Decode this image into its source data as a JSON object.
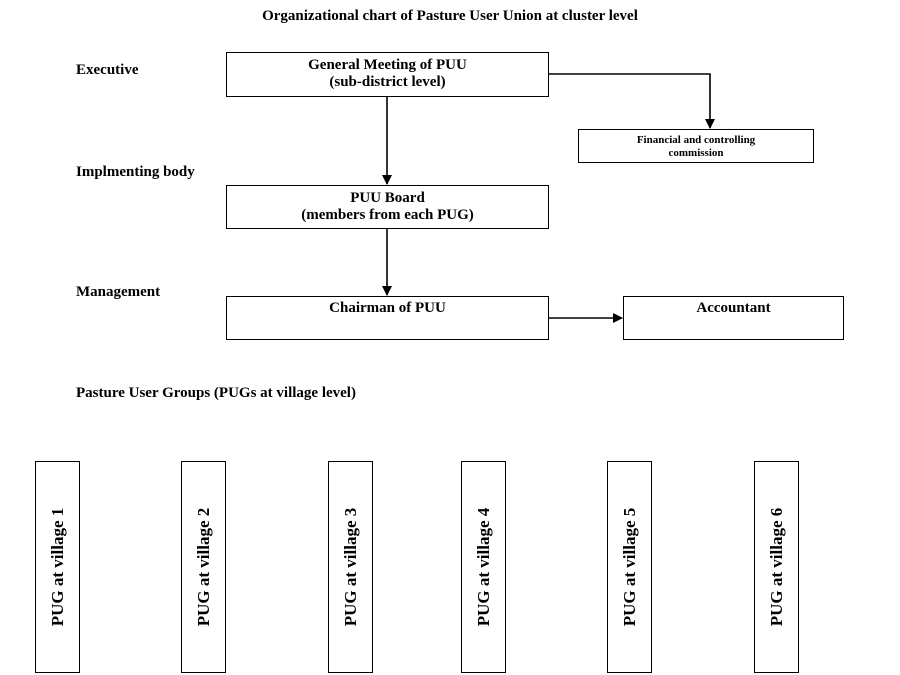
{
  "title": "Organizational chart of Pasture User Union at cluster level",
  "levels": {
    "executive": "Executive",
    "implementing": "Implmenting body",
    "management": "Management",
    "groups": "Pasture User Groups (PUGs at village level)"
  },
  "nodes": {
    "general_meeting": {
      "line1": "General Meeting of PUU",
      "line2": "(sub-district level)"
    },
    "financial": {
      "line1": "Financial and controlling",
      "line2": "commission"
    },
    "board": {
      "line1": "PUU Board",
      "line2": "(members from each PUG)"
    },
    "chairman": {
      "line1": "Chairman of PUU"
    },
    "accountant": {
      "line1": "Accountant"
    }
  },
  "villages": [
    "PUG at village 1",
    "PUG at village 2",
    "PUG at village 3",
    "PUG at village 4",
    "PUG at village 5",
    "PUG at village 6"
  ]
}
